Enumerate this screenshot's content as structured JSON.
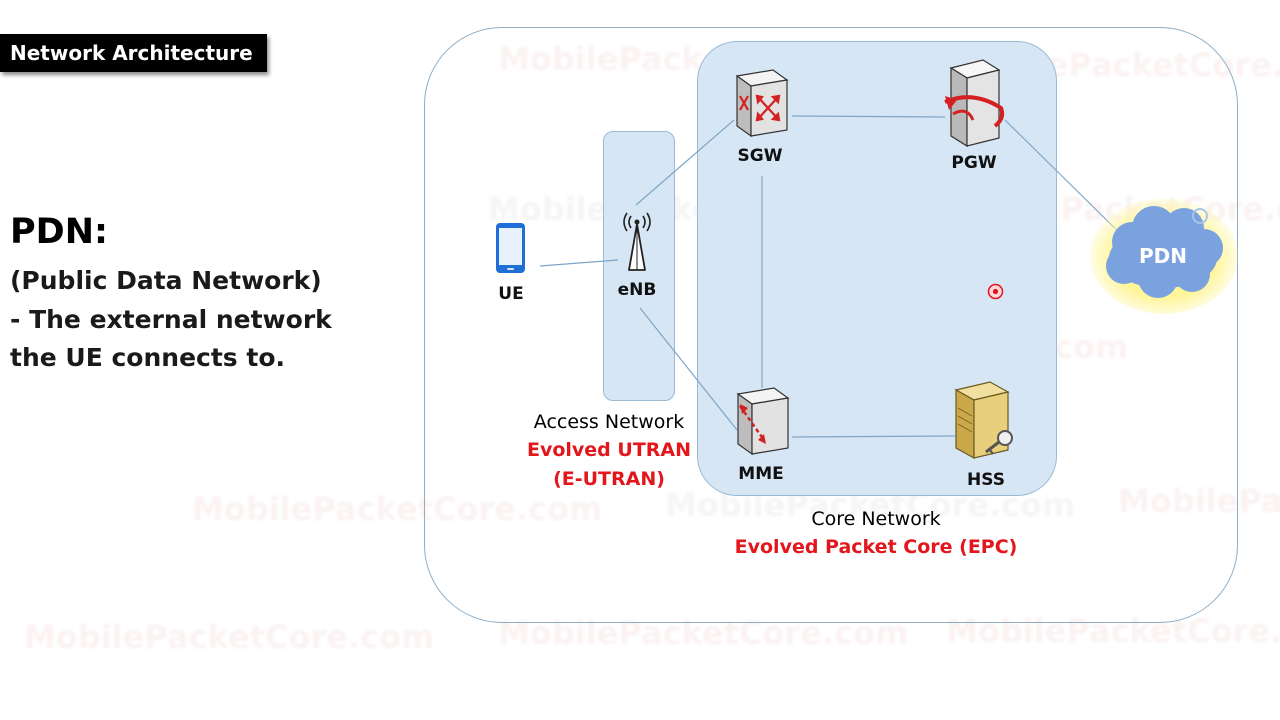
{
  "section_title": "Network Architecture",
  "description": {
    "heading": "PDN:",
    "lines": [
      "(Public Data Network)",
      "- The external network",
      "the UE connects to."
    ]
  },
  "diagram": {
    "nodes": {
      "ue": "UE",
      "enb": "eNB",
      "sgw": "SGW",
      "pgw": "PGW",
      "mme": "MME",
      "hss": "HSS",
      "pdn": "PDN"
    },
    "access_network": {
      "title": "Access Network",
      "subtitle_line1": "Evolved UTRAN",
      "subtitle_line2": "(E-UTRAN)"
    },
    "core_network": {
      "title": "Core Network",
      "subtitle": "Evolved Packet Core (EPC)"
    },
    "colors": {
      "accent_red": "#e3161b",
      "box_fill": "#d6e6f4",
      "link_blue": "#7ea6c8",
      "cloud_blue": "#7aa2de",
      "cloud_glow": "#fff59a"
    }
  },
  "watermark": "MobilePacketCore.com"
}
